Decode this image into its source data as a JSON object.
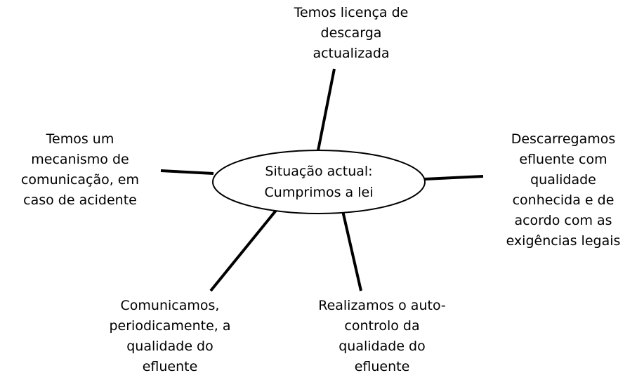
{
  "center": {
    "text": "Situação actual:\nCumprimos a lei"
  },
  "nodes": [
    {
      "id": "top",
      "text": "Temos licença de\ndescarga\nactualizada"
    },
    {
      "id": "left",
      "text": "Temos um\nmecanismo de\ncomunicação, em\ncaso de acidente"
    },
    {
      "id": "right",
      "text": "Descarregamos\nefluente com\nqualidade\nconhecida e de\nacordo com as\nexigências legais"
    },
    {
      "id": "bottom-left",
      "text": "Comunicamos,\nperiodicamente, a\nqualidade do\nefluente"
    },
    {
      "id": "bottom-right",
      "text": "Realizamos o auto-\ncontrolo da\nqualidade do\nefluente"
    }
  ]
}
